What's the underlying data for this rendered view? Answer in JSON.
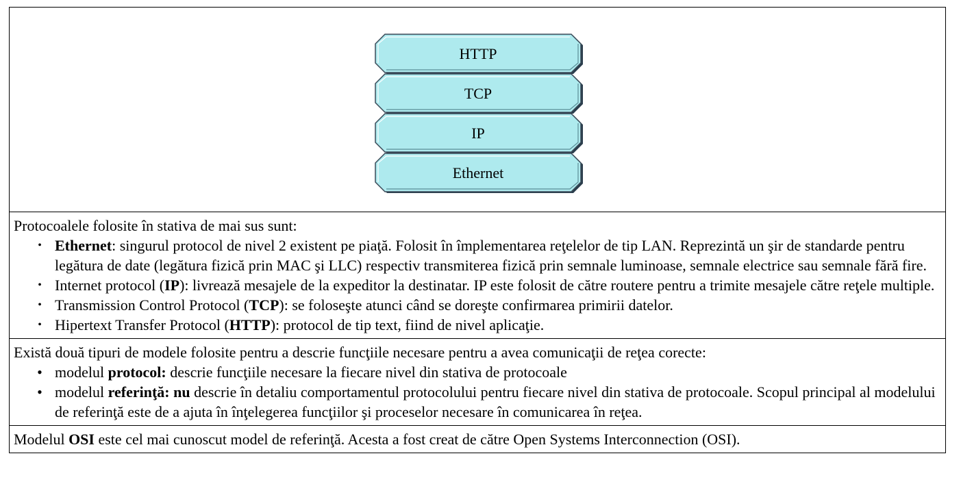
{
  "diagram": {
    "layers": [
      "HTTP",
      "TCP",
      "IP",
      "Ethernet"
    ],
    "fill_color": "#aeeaee",
    "edge_color": "#2a3d4c",
    "outline_color": "#3a4a58"
  },
  "section1": {
    "intro": "Protocoalele folosite în stativa de mai sus sunt:",
    "items": [
      {
        "pre": "",
        "bold": "Ethernet",
        "post": ": singurul protocol de nivel 2 existent pe piaţă. Folosit în împlementarea reţelelor de tip LAN. Reprezintă un şir de standarde pentru legătura de date (legătura fizică prin MAC şi LLC) respectiv transmiterea fizică prin semnale luminoase, semnale electrice sau semnale fără fire."
      },
      {
        "pre": "Internet protocol (",
        "bold": "IP",
        "post": "): livrează mesajele de la expeditor la destinatar. IP este folosit de către routere pentru a trimite mesajele către reţele multiple."
      },
      {
        "pre": "Transmission Control Protocol (",
        "bold": "TCP",
        "post": "): se foloseşte atunci când se doreşte confirmarea primirii datelor."
      },
      {
        "pre": "Hipertext Transfer Protocol (",
        "bold": "HTTP",
        "post": "): protocol de tip text, fiind de nivel aplicaţie."
      }
    ]
  },
  "section2": {
    "intro": "Există două tipuri de modele folosite pentru a descrie funcţiile necesare pentru a avea comunicaţii de reţea corecte:",
    "items": [
      {
        "pre": "modelul ",
        "bold": "protocol:",
        "post": " descrie funcţiile necesare la fiecare nivel din stativa de protocoale"
      },
      {
        "pre": "modelul ",
        "bold": "referinţă: nu",
        "post": " descrie în detaliu comportamentul protocolului pentru fiecare nivel din stativa de protocoale. Scopul principal al modelului de referinţă este de a ajuta în înţelegerea funcţiilor şi proceselor necesare în comunicarea în reţea."
      }
    ]
  },
  "section3": {
    "pre": "Modelul ",
    "bold": "OSI",
    "post": " este cel mai cunoscut model de referinţă. Acesta a fost creat de către Open Systems Interconnection (OSI)."
  },
  "bullets": {
    "small": "•",
    "large": "•"
  }
}
